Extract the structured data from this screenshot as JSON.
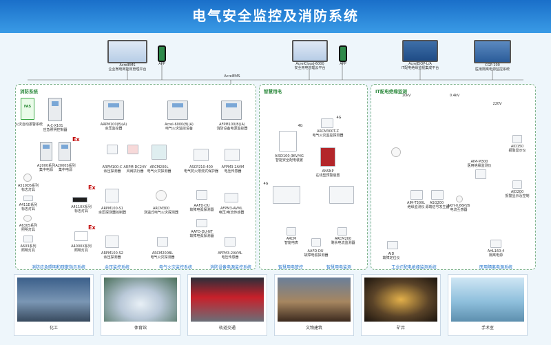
{
  "title": "电气安全监控及消防系统",
  "top_devices": [
    {
      "name": "AcrelEMS",
      "desc": "企业微电网能效管理平台"
    },
    {
      "name": "APP",
      "desc": ""
    },
    {
      "name": "AcrelCloud-6000",
      "desc": "安全用电管理云平台"
    },
    {
      "name": "APP",
      "desc": ""
    },
    {
      "name": "AcrelEIOP-L/A",
      "desc": "IT配电绝缘监视集成平台"
    },
    {
      "name": "CGP-100",
      "desc": "医用隔离电源监控系统"
    }
  ],
  "acrelems_label": "AcrelEMS",
  "panels": {
    "fire": {
      "title": "消防系统"
    },
    "smart": {
      "title": "智慧用电"
    },
    "it": {
      "title": "IT配电绝缘监测"
    }
  },
  "fire_devices": [
    {
      "id": "fas",
      "name": "FAS",
      "desc": "火灾自动报警系统"
    },
    {
      "id": "a-c-x101",
      "name": "A-C-X101",
      "desc": "应急照明控制器"
    },
    {
      "id": "arpm100",
      "name": "ARPM100(B)(A)",
      "desc": "余压监控器"
    },
    {
      "id": "acrel6000",
      "name": "Acrel-6000(B)(A)",
      "desc": "电气火灾监控设备"
    },
    {
      "id": "afpm100",
      "name": "AFPM100(B)(A)",
      "desc": "消防设备电源监控器"
    },
    {
      "id": "a2000",
      "name": "A2000系列",
      "desc": "集中电源"
    },
    {
      "id": "a2000s",
      "name": "A2000S系列",
      "desc": "集中电源"
    },
    {
      "id": "a519d5",
      "name": "A519D5系列",
      "desc": "标志灯具"
    },
    {
      "id": "a411d",
      "name": "A411D系列",
      "desc": "标志灯具"
    },
    {
      "id": "a6305",
      "name": "A6305系列",
      "desc": "照明灯具"
    },
    {
      "id": "a603",
      "name": "A603系列",
      "desc": "照明灯具"
    },
    {
      "id": "a4110x",
      "name": "A4110X系列",
      "desc": "标志灯具"
    },
    {
      "id": "a4000x",
      "name": "A4000X系列",
      "desc": "照明灯具"
    },
    {
      "id": "arpm100c",
      "name": "ARPM100-C",
      "desc": "余压探测器"
    },
    {
      "id": "arpm-dc24v",
      "name": "ARPM-DC24V",
      "desc": "风阀执行器"
    },
    {
      "id": "arcm200l",
      "name": "ARCM200L",
      "desc": "电气火灾探测器"
    },
    {
      "id": "ascp210",
      "name": "ASCP210-400",
      "desc": "电气防火限流式保护器"
    },
    {
      "id": "afpm3",
      "name": "AFPM3-2AVM",
      "desc": "电压传感器"
    },
    {
      "id": "arpm100s1",
      "name": "ARPM100-S1",
      "desc": "余压探测器控制器"
    },
    {
      "id": "arcm300",
      "name": "ARCM300",
      "desc": "测温式电气火灾探测器"
    },
    {
      "id": "aafd-du",
      "name": "AAFD-DU",
      "desc": "故障电弧探测器"
    },
    {
      "id": "afpm3-av",
      "name": "AFPM3-AVML",
      "desc": "电压/电流传感器"
    },
    {
      "id": "aafd-du-nt",
      "name": "AAFD-DU-NT",
      "desc": "故障电弧探测器"
    },
    {
      "id": "arpm100-s2",
      "name": "ARPM100-S2",
      "desc": "余压探测器"
    },
    {
      "id": "arcm200bl",
      "name": "ARCM200BL",
      "desc": "电气火灾探测器"
    },
    {
      "id": "afpm3-2avm",
      "name": "AFPM3-2AVML",
      "desc": "电压传感器"
    }
  ],
  "ex_label": "Ex",
  "fire_sections": [
    "消防应急照明和疏散指示系统",
    "余压监控系统",
    "电气火灾监控系统",
    "消防设备电源监控系统"
  ],
  "smart_devices": [
    {
      "id": "aisd100",
      "name": "AISD100-3KV/4G",
      "desc": "智能安全配电装置"
    },
    {
      "id": "arcm300t",
      "name": "ARCM300T-Z",
      "desc": "电气火灾监控探测器"
    },
    {
      "id": "asd",
      "name": "ANSNP",
      "desc": "在线型预警装置"
    },
    {
      "id": "arcm",
      "name": "ARCM",
      "desc": "智能电表"
    },
    {
      "id": "aafd-du2",
      "name": "AAFD-DU",
      "desc": "故障电弧探测器"
    },
    {
      "id": "arcm200",
      "name": "ARCM200",
      "desc": "剩余电流监测器"
    }
  ],
  "smart_labels": [
    "4G",
    "4G",
    "4G"
  ],
  "smart_sections": [
    "智慧用电管控",
    "智慧用电监测"
  ],
  "it_devices": [
    {
      "id": "aim-t300l",
      "name": "AIM-T300L",
      "desc": "绝缘监测仪"
    },
    {
      "id": "asg200",
      "name": "ASG200",
      "desc": "源端信号发生器"
    },
    {
      "id": "aid",
      "name": "AID",
      "desc": "故障定位仪"
    },
    {
      "id": "aim-m300",
      "name": "AIM-M300",
      "desc": "医用绝缘监测仪"
    },
    {
      "id": "akh-0.66",
      "name": "AKH-0.66P26",
      "desc": "电流互感器"
    },
    {
      "id": "aid150",
      "name": "AID150",
      "desc": "报警显示仪"
    },
    {
      "id": "aid200",
      "name": "AID200",
      "desc": "报警显示及控制"
    },
    {
      "id": "ahl160",
      "name": "AHL160-4",
      "desc": "隔离电源"
    }
  ],
  "it_voltages": [
    "10kV",
    "0.4kV",
    "220V"
  ],
  "it_sections": [
    "工业IT配电绝缘监测系统",
    "医用隔离电源系统"
  ],
  "applications": [
    "化工",
    "体育馆",
    "轨道交通",
    "文物建筑",
    "矿井",
    "手术室"
  ]
}
